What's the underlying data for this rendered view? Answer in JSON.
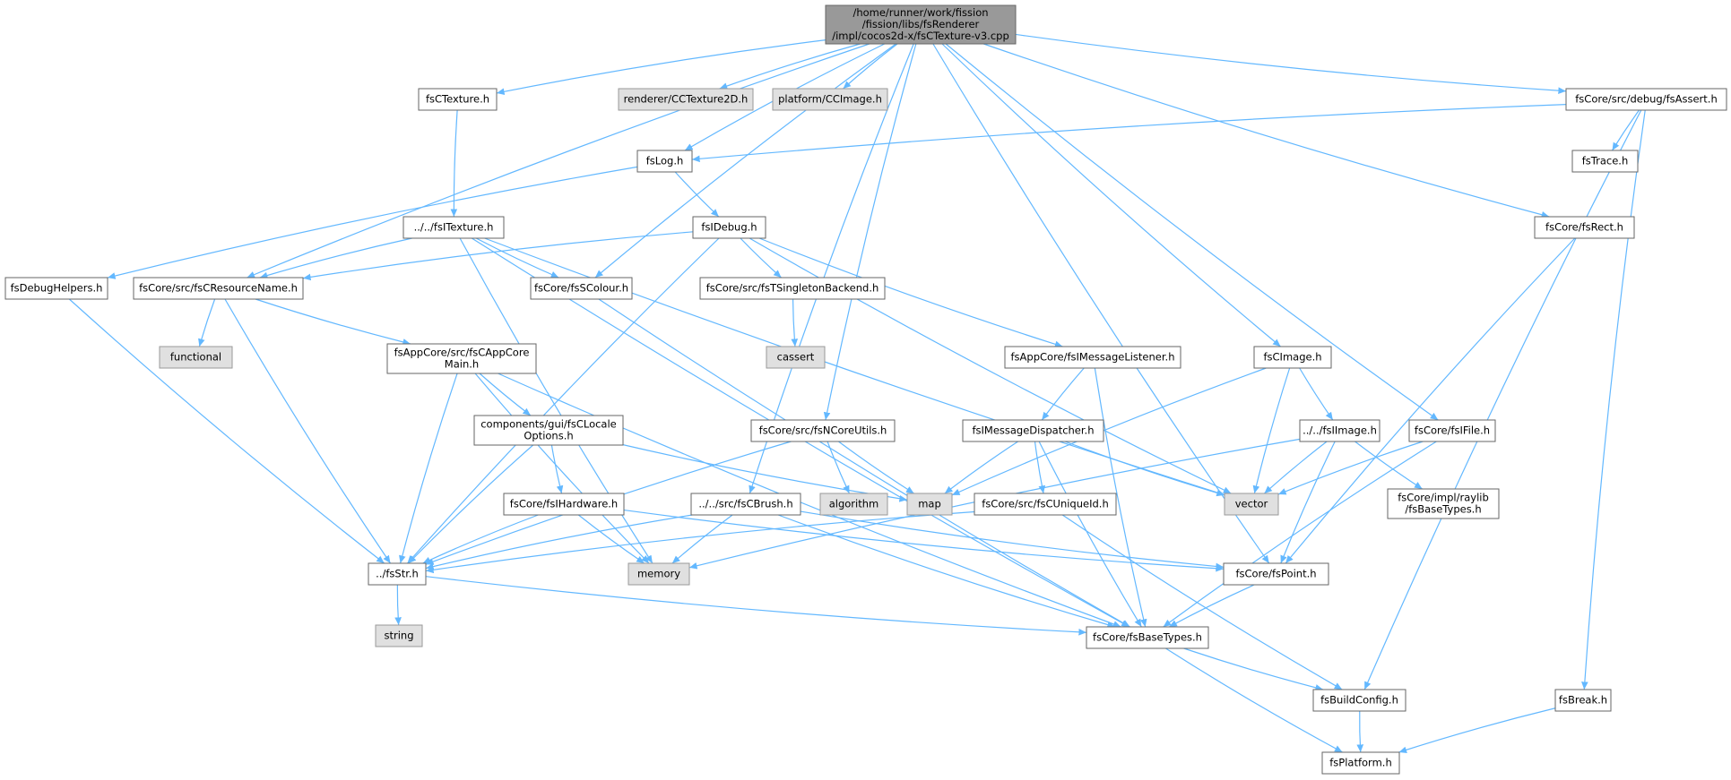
{
  "graph": {
    "colors": {
      "edge": "#63b8ff",
      "node_border": "#666666",
      "root_fill": "#999999",
      "external_fill": "#e0e0e0",
      "node_fill": "#ffffff"
    },
    "nodes": [
      {
        "id": "root",
        "lines": [
          "/home/runner/work/fission",
          "/fission/libs/fsRenderer",
          "/impl/cocos2d-x/fsCTexture-v3.cpp"
        ],
        "kind": "root"
      },
      {
        "id": "fsCTexture",
        "lines": [
          "fsCTexture.h"
        ],
        "kind": "file"
      },
      {
        "id": "CCTexture2D",
        "lines": [
          "renderer/CCTexture2D.h"
        ],
        "kind": "external"
      },
      {
        "id": "CCImage",
        "lines": [
          "platform/CCImage.h"
        ],
        "kind": "external"
      },
      {
        "id": "fsAssert",
        "lines": [
          "fsCore/src/debug/fsAssert.h"
        ],
        "kind": "file"
      },
      {
        "id": "fsLog",
        "lines": [
          "fsLog.h"
        ],
        "kind": "file"
      },
      {
        "id": "fsTrace",
        "lines": [
          "fsTrace.h"
        ],
        "kind": "file"
      },
      {
        "id": "fsITexture",
        "lines": [
          "../../fsITexture.h"
        ],
        "kind": "file"
      },
      {
        "id": "fsIDebug",
        "lines": [
          "fsIDebug.h"
        ],
        "kind": "file"
      },
      {
        "id": "fsRect",
        "lines": [
          "fsCore/fsRect.h"
        ],
        "kind": "file"
      },
      {
        "id": "fsDebugHelpers",
        "lines": [
          "fsDebugHelpers.h"
        ],
        "kind": "file"
      },
      {
        "id": "fsCResourceName",
        "lines": [
          "fsCore/src/fsCResourceName.h"
        ],
        "kind": "file"
      },
      {
        "id": "fsSColour",
        "lines": [
          "fsCore/fsSColour.h"
        ],
        "kind": "file"
      },
      {
        "id": "fsTSingleton",
        "lines": [
          "fsCore/src/fsTSingletonBackend.h"
        ],
        "kind": "file"
      },
      {
        "id": "functional",
        "lines": [
          "functional"
        ],
        "kind": "external"
      },
      {
        "id": "fsCAppCoreMain",
        "lines": [
          "fsAppCore/src/fsCAppCore",
          "Main.h"
        ],
        "kind": "file"
      },
      {
        "id": "cassert",
        "lines": [
          "cassert"
        ],
        "kind": "external"
      },
      {
        "id": "fsIMessageListener",
        "lines": [
          "fsAppCore/fsIMessageListener.h"
        ],
        "kind": "file"
      },
      {
        "id": "fsCImage",
        "lines": [
          "fsCImage.h"
        ],
        "kind": "file"
      },
      {
        "id": "fsCLocaleOptions",
        "lines": [
          "components/gui/fsCLocale",
          "Options.h"
        ],
        "kind": "file"
      },
      {
        "id": "fsNCoreUtils",
        "lines": [
          "fsCore/src/fsNCoreUtils.h"
        ],
        "kind": "file"
      },
      {
        "id": "fsIMessageDispatcher",
        "lines": [
          "fsIMessageDispatcher.h"
        ],
        "kind": "file"
      },
      {
        "id": "fsIImage",
        "lines": [
          "../../fsIImage.h"
        ],
        "kind": "file"
      },
      {
        "id": "fsIFile",
        "lines": [
          "fsCore/fsIFile.h"
        ],
        "kind": "file"
      },
      {
        "id": "fsIHardware",
        "lines": [
          "fsCore/fsIHardware.h"
        ],
        "kind": "file"
      },
      {
        "id": "fsCBrush",
        "lines": [
          "../../src/fsCBrush.h"
        ],
        "kind": "file"
      },
      {
        "id": "algorithm",
        "lines": [
          "algorithm"
        ],
        "kind": "external"
      },
      {
        "id": "map",
        "lines": [
          "map"
        ],
        "kind": "external"
      },
      {
        "id": "fsCUniqueId",
        "lines": [
          "fsCore/src/fsCUniqueId.h"
        ],
        "kind": "file"
      },
      {
        "id": "vector",
        "lines": [
          "vector"
        ],
        "kind": "external"
      },
      {
        "id": "raylibBaseTypes",
        "lines": [
          "fsCore/impl/raylib",
          "/fsBaseTypes.h"
        ],
        "kind": "file"
      },
      {
        "id": "fsStr",
        "lines": [
          "../fsStr.h"
        ],
        "kind": "file"
      },
      {
        "id": "memory",
        "lines": [
          "memory"
        ],
        "kind": "external"
      },
      {
        "id": "fsPoint",
        "lines": [
          "fsCore/fsPoint.h"
        ],
        "kind": "file"
      },
      {
        "id": "string",
        "lines": [
          "string"
        ],
        "kind": "external"
      },
      {
        "id": "fsBaseTypes",
        "lines": [
          "fsCore/fsBaseTypes.h"
        ],
        "kind": "file"
      },
      {
        "id": "fsBuildConfig",
        "lines": [
          "fsBuildConfig.h"
        ],
        "kind": "file"
      },
      {
        "id": "fsBreak",
        "lines": [
          "fsBreak.h"
        ],
        "kind": "file"
      },
      {
        "id": "fsPlatform",
        "lines": [
          "fsPlatform.h"
        ],
        "kind": "file"
      }
    ]
  }
}
